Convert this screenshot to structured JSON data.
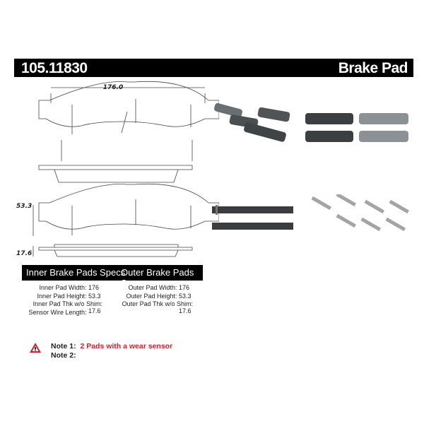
{
  "header": {
    "part_number": "105.11830",
    "product_type": "Brake Pad"
  },
  "dimensions": {
    "width": "176.0",
    "height": "53.3",
    "thickness": "17.6"
  },
  "specs": {
    "inner_title": "Inner Brake Pads Specs",
    "outer_title": "Outer Brake Pads Specs",
    "inner": [
      {
        "label": "Inner Pad Width:",
        "value": "176"
      },
      {
        "label": "Inner Pad Height:",
        "value": "53.3"
      },
      {
        "label": "Inner Pad Thk w/o Shim:",
        "value": "17.6"
      },
      {
        "label": "Sensor Wire Length:",
        "value": ""
      }
    ],
    "outer": [
      {
        "label": "Outer Pad Width:",
        "value": "176"
      },
      {
        "label": "Outer Pad Height:",
        "value": "53.3"
      },
      {
        "label": "Outer Pad Thk w/o Shim:",
        "value": "17.6"
      }
    ]
  },
  "notes": [
    {
      "label": "Note 1:",
      "text": "2 Pads with a wear sensor"
    },
    {
      "label": "Note 2:",
      "text": ""
    }
  ],
  "colors": {
    "warning": "#d0202a"
  }
}
